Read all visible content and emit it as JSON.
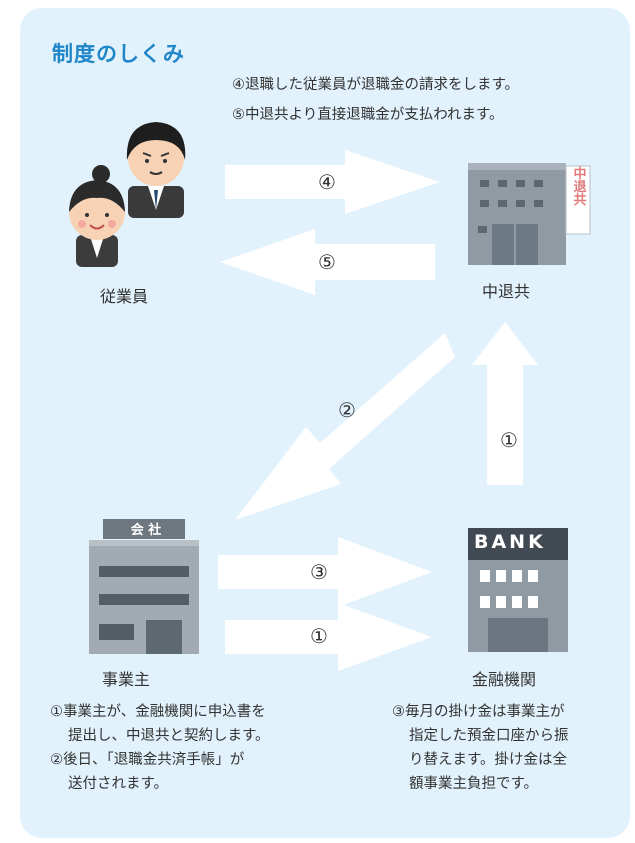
{
  "title": "制度のしくみ",
  "top_notes": {
    "line4": "④退職した従業員が退職金の請求をします。",
    "line5": "⑤中退共より直接退職金が支払われます。"
  },
  "nodes": {
    "employees": "従業員",
    "chutaikyo": "中退共",
    "chutaikyo_sign": "中退共",
    "employer": "事業主",
    "employer_sign": "会 社",
    "bank": "金融機関",
    "bank_sign": "BANK"
  },
  "arrows": {
    "a4": "④",
    "a5": "⑤",
    "a2": "②",
    "a1_right": "①",
    "a3": "③",
    "a1_bottom": "①"
  },
  "employer_notes": {
    "l1": "①事業主が、金融機関に申込書を",
    "l2": "提出し、中退共と契約します。",
    "l3": "②後日、「退職金共済手帳」が",
    "l4": "送付されます。"
  },
  "bank_notes": {
    "l1": "③毎月の掛け金は事業主が",
    "l2": "指定した預金口座から振",
    "l3": "り替えます。掛け金は全",
    "l4": "額事業主負担です。"
  },
  "colors": {
    "panel": "#e2f2fc",
    "title": "#1f86c7",
    "arrow": "#ffffff"
  }
}
